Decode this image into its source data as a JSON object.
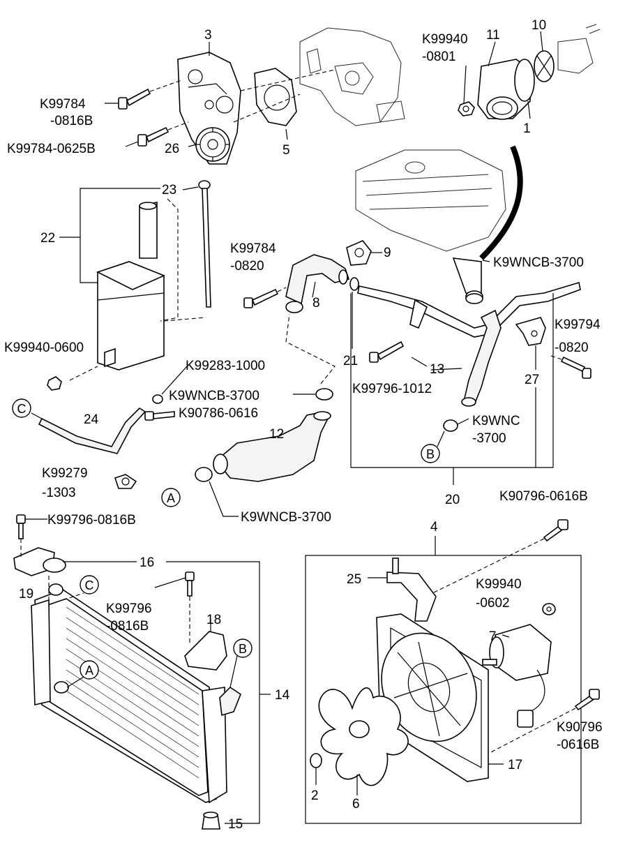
{
  "labels": {
    "l1": "1",
    "l2": "2",
    "l3": "3",
    "l4": "4",
    "l5": "5",
    "l6": "6",
    "l7": "7",
    "l8": "8",
    "l9": "9",
    "l10": "10",
    "l11": "11",
    "l12": "12",
    "l13": "13",
    "l14": "14",
    "l15": "15",
    "l16": "16",
    "l17": "17",
    "l18": "18",
    "l19": "19",
    "l20": "20",
    "l21": "21",
    "l22": "22",
    "l23": "23",
    "l24": "24",
    "l25": "25",
    "l26": "26",
    "l27": "27",
    "k99940_0801_a": "K99940",
    "k99940_0801_b": "-0801",
    "k99784_0816b_a": "K99784",
    "k99784_0816b_b": "-0816B",
    "k99784_0625b": "K99784-0625B",
    "k9wncb_top": "K9WNCB-3700",
    "k99784_0820_a": "K99784",
    "k99784_0820_b": "-0820",
    "k99794_0820_a": "K99794",
    "k99794_0820_b": "-0820",
    "k99940_0600": "K99940-0600",
    "k99283_1000": "K99283-1000",
    "k9wncb_mid": "K9WNCB-3700",
    "k90786_0616": "K90786-0616",
    "k99796_1012": "K99796-1012",
    "k9wnc_a": "K9WNC",
    "k9wnc_b": "-3700",
    "k99279_1303_a": "K99279",
    "k99279_1303_b": "-1303",
    "k9wncb_low": "K9WNCB-3700",
    "k99796_0816b": "K99796-0816B",
    "k90796_0616b": "K90796-0616B",
    "k99796_0816b2_a": "K99796",
    "k99796_0816b2_b": "-0816B",
    "k99940_0602_a": "K99940",
    "k99940_0602_b": "-0602",
    "k90796_0616b2_a": "K90796",
    "k90796_0616b2_b": "-0616B"
  },
  "callouts": {
    "a1": "A",
    "a2": "A",
    "b1": "B",
    "b2": "B",
    "c1": "C",
    "c2": "C"
  }
}
